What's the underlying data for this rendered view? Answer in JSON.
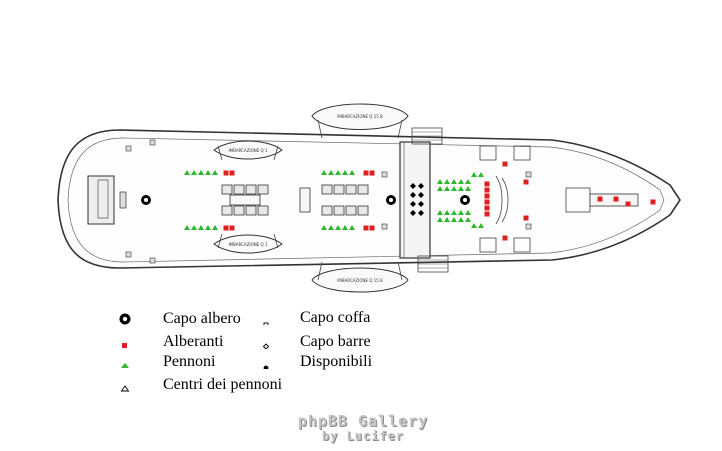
{
  "legend": {
    "col1": [
      {
        "symbol": "capo-albero",
        "label": "Capo albero"
      },
      {
        "symbol": "alberanti",
        "label": "Alberanti"
      },
      {
        "symbol": "pennoni",
        "label": "Pennoni"
      },
      {
        "symbol": "centri-pennoni",
        "label": "Centri dei pennoni"
      }
    ],
    "col2": [
      {
        "symbol": "capo-coffa",
        "label": "Capo coffa"
      },
      {
        "symbol": "capo-barre",
        "label": "Capo barre"
      },
      {
        "symbol": "disponibili",
        "label": "Disponibili"
      }
    ]
  },
  "boats": {
    "top_small": "IMBARCAZIONE Q 1",
    "top_large": "IMBARCAZIONE Q 15 B",
    "bottom_small": "IMBARCAZIONE Q 1",
    "bottom_large": "IMBARCAZIONE Q 15 B"
  },
  "watermark": {
    "line1": "phpBB Gallery",
    "line2": "by Lucifer"
  },
  "colors": {
    "alberanti": "#e02020",
    "pennoni": "#2fb82f",
    "outline": "#333333"
  }
}
